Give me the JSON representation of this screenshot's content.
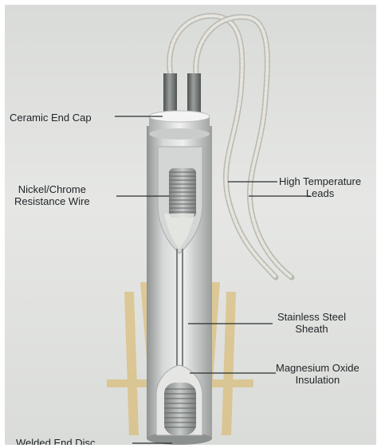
{
  "diagram": {
    "labels": {
      "ceramic_end_cap": "Ceramic End Cap",
      "nickel_chrome_line1": "Nickel/Chrome",
      "nickel_chrome_line2": "Resistance Wire",
      "high_temp_line1": "High Temperature",
      "high_temp_line2": "Leads",
      "stainless_line1": "Stainless Steel",
      "stainless_line2": "Sheath",
      "magnesium_line1": "Magnesium Oxide",
      "magnesium_line2": "Insulation",
      "welded_end_disc": "Welded End Disc"
    },
    "colors": {
      "background": "#e3e4e2",
      "sheath": "#b9bcbb",
      "text": "#1f2326",
      "watermark": "#d9b25a"
    }
  }
}
